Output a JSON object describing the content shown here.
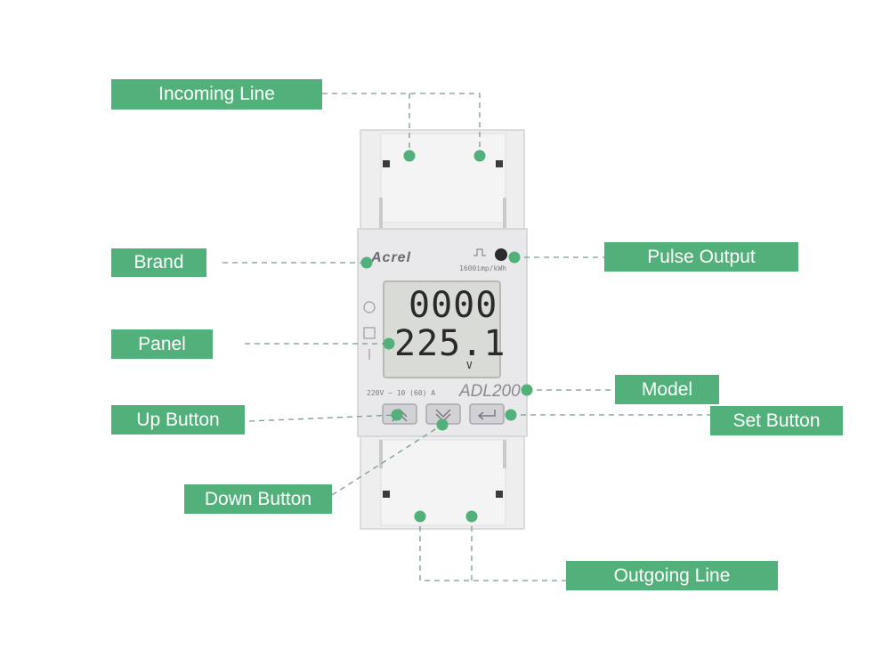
{
  "labels": {
    "incoming_line": "Incoming Line",
    "brand": "Brand",
    "panel": "Panel",
    "up_button": "Up Button",
    "down_button": "Down Button",
    "pulse_output": "Pulse Output",
    "model": "Model",
    "set_button": "Set Button",
    "outgoing_line": "Outgoing Line"
  },
  "device": {
    "brand_text": "Acrel",
    "pulse_text": "1600imp/kWh",
    "display_line1": "0000",
    "display_line2": "225.1",
    "display_unit": "V",
    "rating_text": "220V ~ 10 (60) A",
    "model_text": "ADL200"
  },
  "colors": {
    "accent": "#52b07a",
    "dot": "#52b07a",
    "leader_line": "#7a9a8a",
    "meter_body": "#e9e9ec",
    "lcd": "#d9dcd6"
  }
}
